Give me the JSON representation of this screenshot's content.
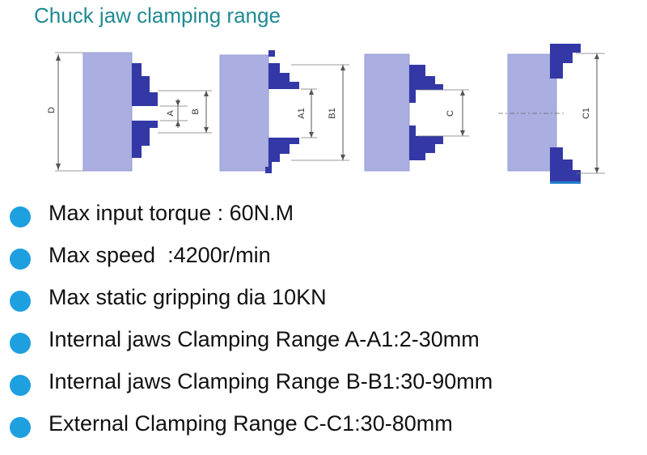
{
  "title": "Chuck jaw clamping range",
  "diagram": {
    "labels": {
      "d": "D",
      "a": "A",
      "b": "B",
      "a1": "A1",
      "b1": "B1",
      "c": "C",
      "c1": "C1"
    },
    "colors": {
      "body": "#aaaee0",
      "jaw": "#3338a6",
      "jaw_base": "#1f7fc9",
      "dimension_line": "#555555"
    }
  },
  "specs": [
    {
      "text": "Max input torque : 60N.M"
    },
    {
      "text": "Max speed  :4200r/min"
    },
    {
      "text": "Max static gripping dia 10KN"
    },
    {
      "text": "Internal jaws Clamping Range A-A1:2-30mm"
    },
    {
      "text": "Internal jaws Clamping Range B-B1:30-90mm"
    },
    {
      "text": "External Clamping Range C-C1:30-80mm"
    }
  ],
  "bullet_color": "#1e9fe0"
}
